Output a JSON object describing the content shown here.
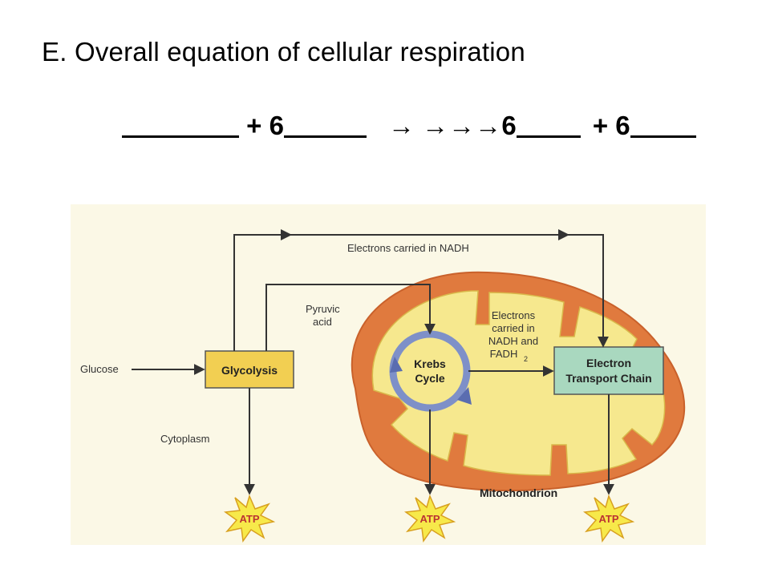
{
  "slide": {
    "title": "E. Overall equation of cellular respiration",
    "equation": {
      "plus1": "+ 6",
      "arrows": "→ →→→",
      "product_coef": "6",
      "plus2": "+ 6"
    }
  },
  "diagram": {
    "glucose": "Glucose",
    "glycolysis": "Glycolysis",
    "cytoplasm": "Cytoplasm",
    "pyruvic_line1": "Pyruvic",
    "pyruvic_line2": "acid",
    "electrons_nadh": "Electrons carried in NADH",
    "krebs_line1": "Krebs",
    "krebs_line2": "Cycle",
    "electrons2_line1": "Electrons",
    "electrons2_line2": "carried in",
    "electrons2_line3": "NADH and",
    "electrons2_line4": "FADH",
    "electrons2_sub": "2",
    "etc_line1": "Electron",
    "etc_line2": "Transport Chain",
    "mitochondrion": "Mitochondrion",
    "atp": "ATP"
  },
  "colors": {
    "mito_outer": "#e07a3e",
    "mito_inner": "#f6e88e",
    "glycolysis_box": "#f2cf52",
    "etc_box": "#a9d8bf",
    "krebs_ring": "#7e90c8",
    "atp_burst": "#f7e94a",
    "arrow": "#333333",
    "background": "#fbf8e6"
  }
}
